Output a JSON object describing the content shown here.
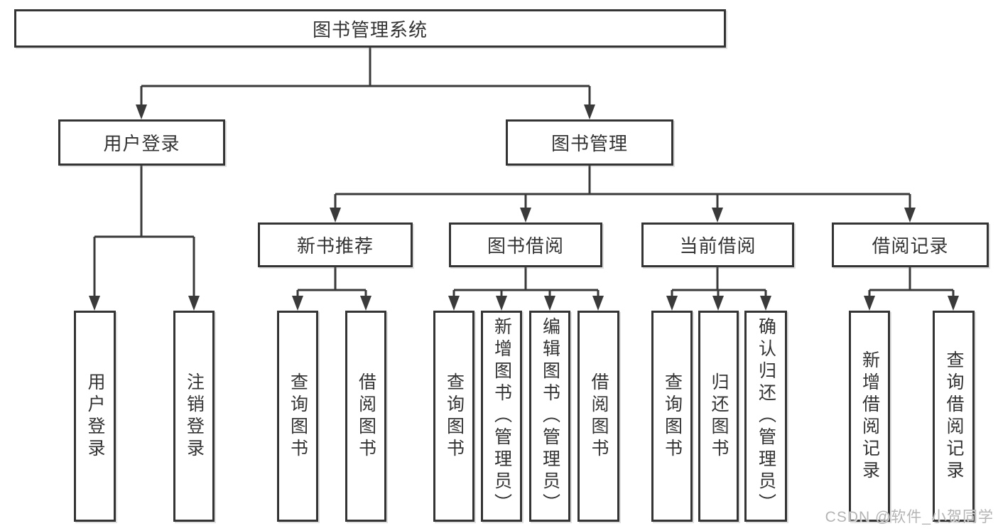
{
  "diagram": {
    "root": {
      "label": "图书管理系统"
    },
    "level2": [
      {
        "label": "用户登录"
      },
      {
        "label": "图书管理"
      }
    ],
    "level3": [
      {
        "label": "新书推荐",
        "parent": "图书管理"
      },
      {
        "label": "图书借阅",
        "parent": "图书管理"
      },
      {
        "label": "当前借阅",
        "parent": "图书管理"
      },
      {
        "label": "借阅记录",
        "parent": "图书管理"
      }
    ],
    "leaves": [
      {
        "label": "用户登录",
        "parent": "用户登录"
      },
      {
        "label": "注销登录",
        "parent": "用户登录"
      },
      {
        "label": "查询图书",
        "parent": "新书推荐"
      },
      {
        "label": "借阅图书",
        "parent": "新书推荐"
      },
      {
        "label": "查询图书",
        "parent": "图书借阅"
      },
      {
        "label": "新增图书（管理员）",
        "parent": "图书借阅"
      },
      {
        "label": "编辑图书（管理员）",
        "parent": "图书借阅"
      },
      {
        "label": "借阅图书",
        "parent": "图书借阅"
      },
      {
        "label": "查询图书",
        "parent": "当前借阅"
      },
      {
        "label": "归还图书",
        "parent": "当前借阅"
      },
      {
        "label": "确认归还（管理员）",
        "parent": "当前借阅"
      },
      {
        "label": "新增借阅记录",
        "parent": "借阅记录"
      },
      {
        "label": "查询借阅记录",
        "parent": "借阅记录"
      }
    ]
  },
  "watermark": {
    "text": "CSDN @软件_小贺同学"
  },
  "colors": {
    "line": "#3a3a3a",
    "box_border": "#343434",
    "text": "#333333",
    "background": "#ffffff",
    "watermark": "#b4b4b4"
  }
}
